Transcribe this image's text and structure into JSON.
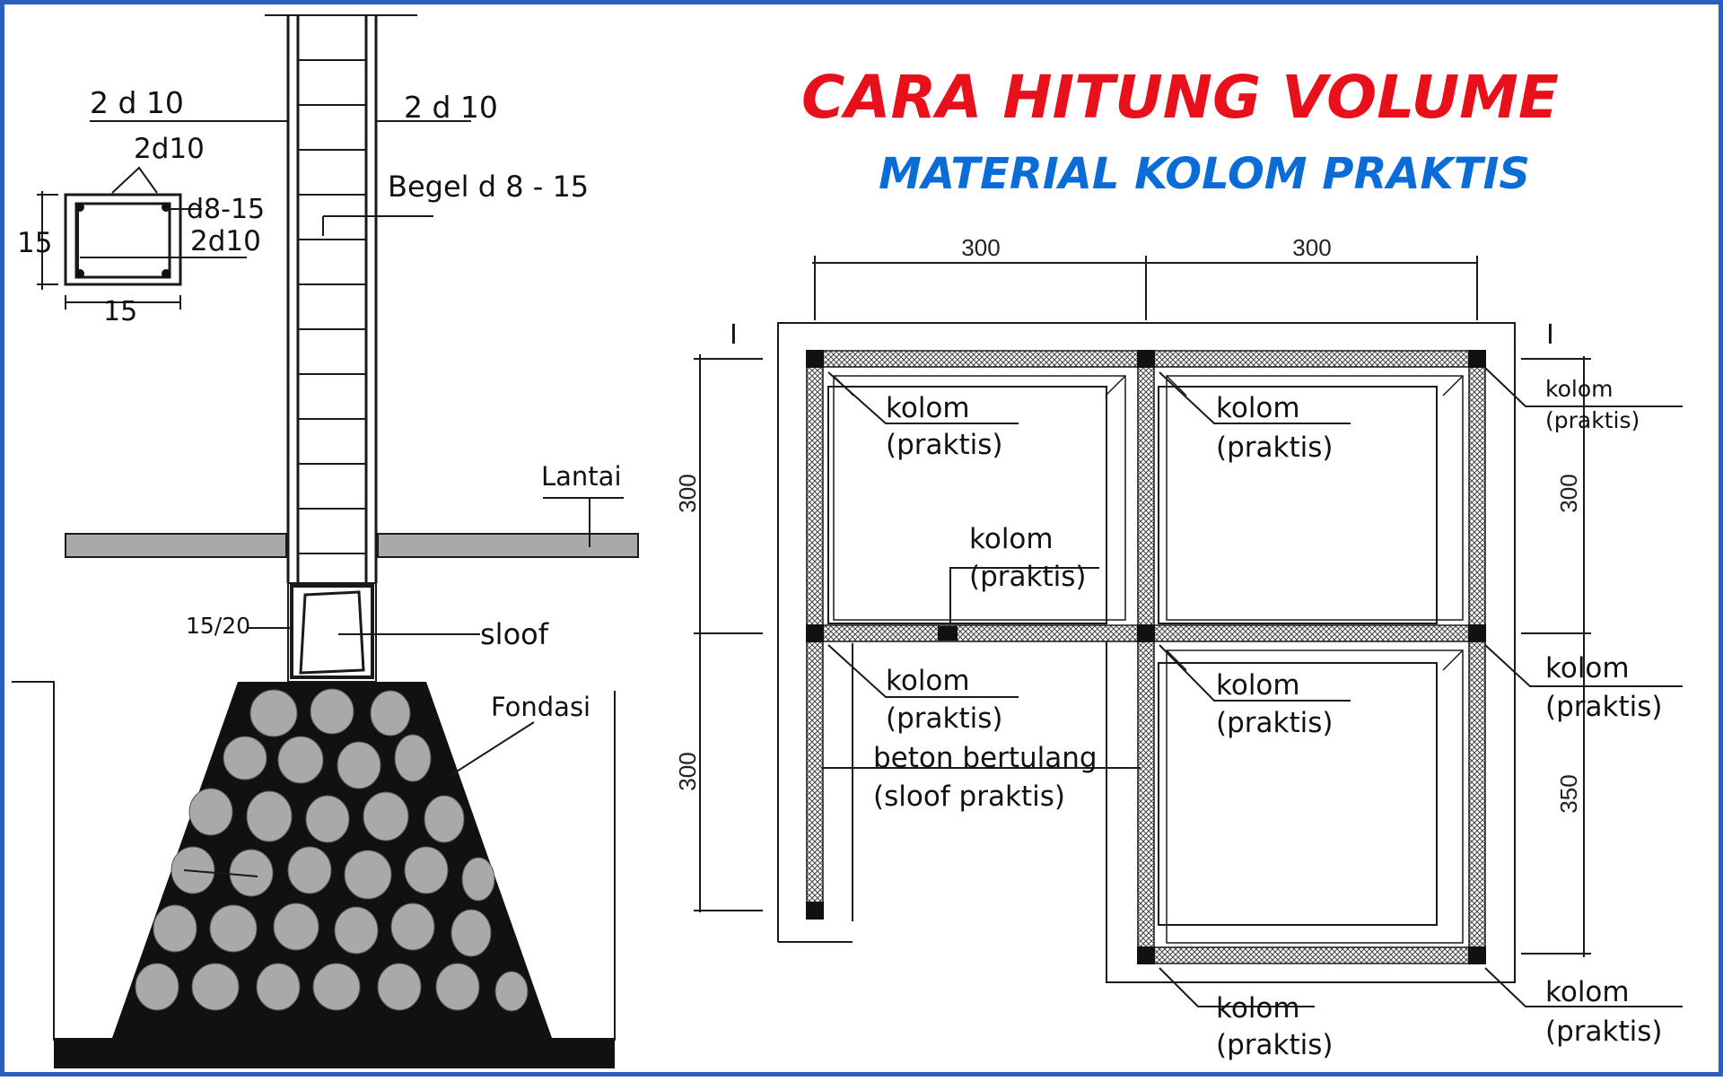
{
  "title": {
    "line1": "CARA HITUNG VOLUME",
    "line2": "MATERIAL  KOLOM  PRAKTIS",
    "line1_color": "#e8101a",
    "line2_color": "#0a6cd6"
  },
  "section_detail": {
    "rebar_top_left": "2 d 10",
    "rebar_top_right": "2 d 10",
    "section_top": "2d10",
    "section_stirrup": "d8-15",
    "section_bottom": "2d10",
    "section_height": "15",
    "section_width": "15",
    "stirrup_label": "Begel d 8 - 15",
    "floor_label": "Lantai",
    "sloof_size": "15/20",
    "sloof_label": "sloof",
    "foundation_label": "Fondasi"
  },
  "plan": {
    "section_mark_left": "I",
    "section_mark_right": "I",
    "dim_top_left": "300",
    "dim_top_right": "300",
    "dim_left_upper": "300",
    "dim_left_lower": "300",
    "dim_right_upper": "300",
    "dim_right_lower": "350",
    "kolom": "kolom",
    "praktis": "(praktis)",
    "beam_label_1": "beton bertulang",
    "beam_label_2": "(sloof praktis)"
  },
  "colors": {
    "frame": "#2a5ec0",
    "line": "#1a1a1a",
    "stone": "#a9a9a9"
  }
}
